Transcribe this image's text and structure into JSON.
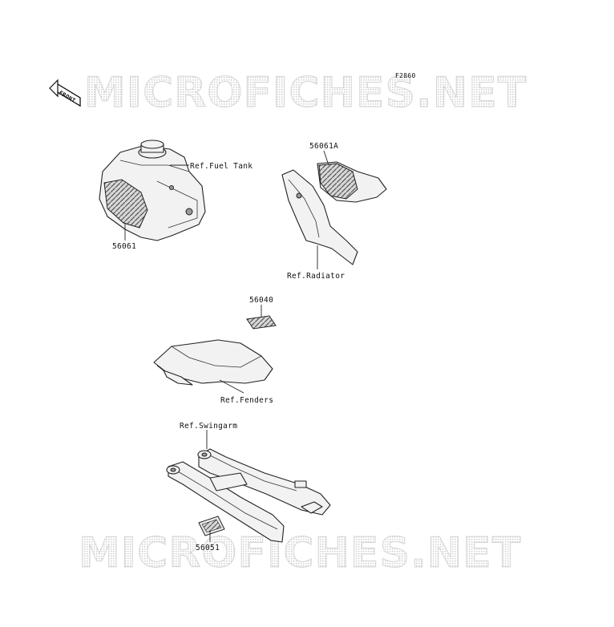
{
  "figure_code": "F2860",
  "front_indicator": {
    "label": "FRONT",
    "icon": "front-arrow-icon"
  },
  "watermarks": {
    "top": "MICROFICHES.NET",
    "bottom": "MICROFICHES.NET"
  },
  "callouts": {
    "fuel_tank_ref": "Ref.Fuel Tank",
    "part_56061": "56061",
    "part_56061a": "56061A",
    "radiator_ref": "Ref.Radiator",
    "part_56040": "56040",
    "fenders_ref": "Ref.Fenders",
    "swingarm_ref": "Ref.Swingarm",
    "part_56051": "56051"
  }
}
